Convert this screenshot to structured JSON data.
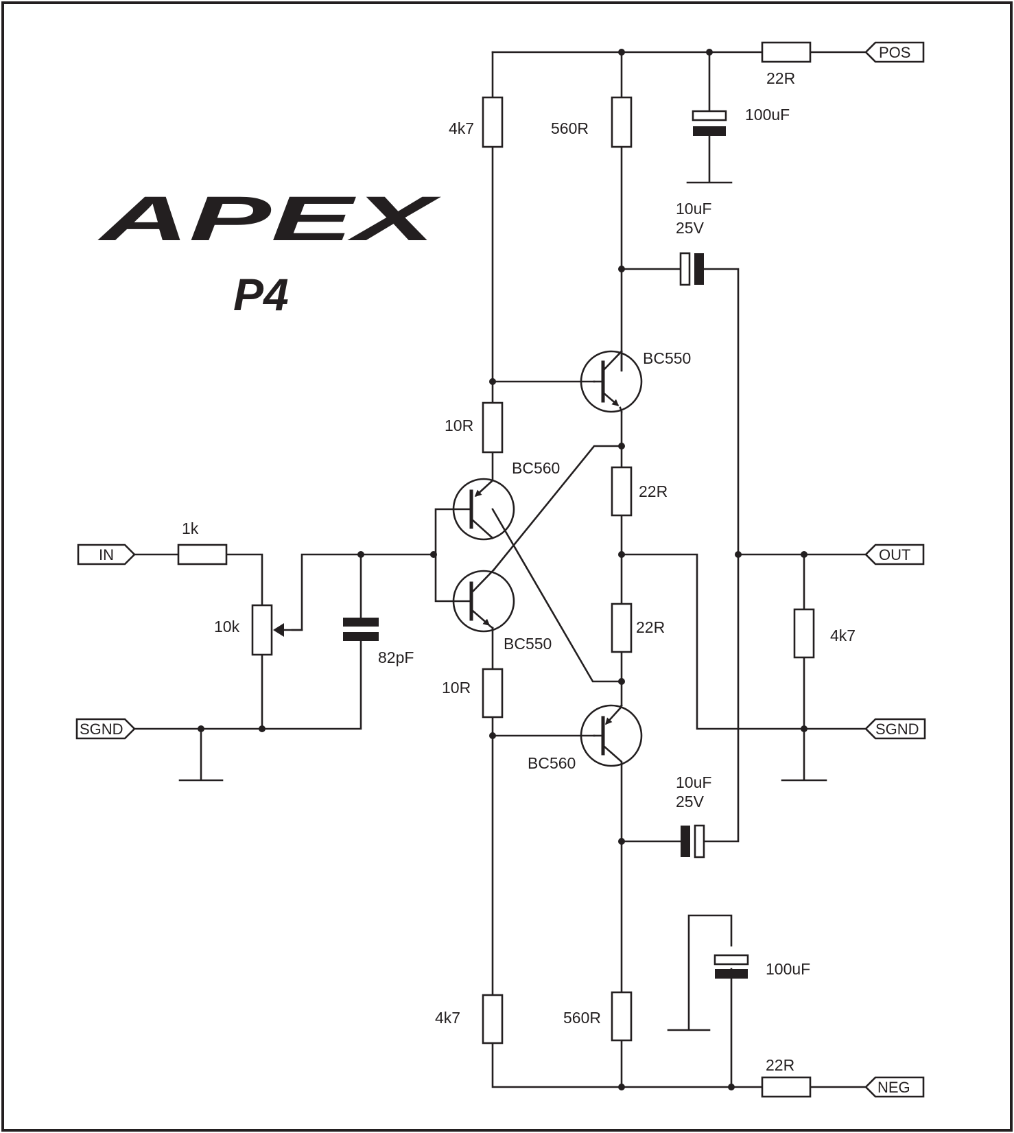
{
  "brand": {
    "logo_text": "APEX",
    "model": "P4"
  },
  "ports": {
    "pos": "POS",
    "neg": "NEG",
    "in": "IN",
    "out": "OUT",
    "sgnd_left": "SGND",
    "sgnd_right": "SGND"
  },
  "components": {
    "r_pos_feed": "22R",
    "r_neg_feed": "22R",
    "c_pos_bulk": "100uF",
    "c_neg_bulk": "100uF",
    "r_top_left": "4k7",
    "r_top_right": "560R",
    "r_bot_left": "4k7",
    "r_bot_right": "560R",
    "c_top_cap_value": "10uF",
    "c_top_cap_voltage": "25V",
    "c_bot_cap_value": "10uF",
    "c_bot_cap_voltage": "25V",
    "q_top": "BC550",
    "q_mid_top": "BC560",
    "q_mid_bot": "BC550",
    "q_bottom": "BC560",
    "r_base_top": "10R",
    "r_base_bot": "10R",
    "r_emit_top": "22R",
    "r_emit_bot": "22R",
    "r_input": "1k",
    "pot": "10k",
    "c_input": "82pF",
    "r_output": "4k7"
  },
  "colors": {
    "ink": "#231f20",
    "background": "#ffffff"
  }
}
